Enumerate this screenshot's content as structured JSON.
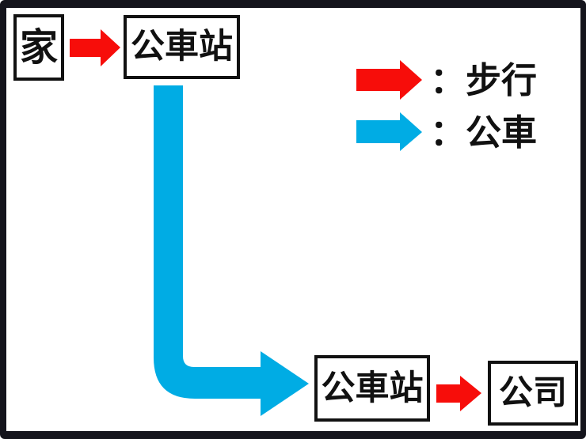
{
  "diagram": {
    "title": "commute-route-diagram",
    "nodes": {
      "home": {
        "label": "家"
      },
      "bus_stop_top": {
        "label": "公車站"
      },
      "bus_stop_bottom": {
        "label": "公車站"
      },
      "company": {
        "label": "公司"
      }
    },
    "edges": [
      {
        "from": "home",
        "to": "bus_stop_top",
        "mode": "walk"
      },
      {
        "from": "bus_stop_top",
        "to": "bus_stop_bottom",
        "mode": "bus"
      },
      {
        "from": "bus_stop_bottom",
        "to": "company",
        "mode": "walk"
      }
    ],
    "legend": {
      "walk": {
        "label": "：步行"
      },
      "bus": {
        "label": "：公車"
      }
    },
    "colors": {
      "walk": "#f70d0a",
      "bus": "#00ace4",
      "ink": "#111111",
      "frame": "#14141c",
      "background": "#ffffff"
    }
  }
}
